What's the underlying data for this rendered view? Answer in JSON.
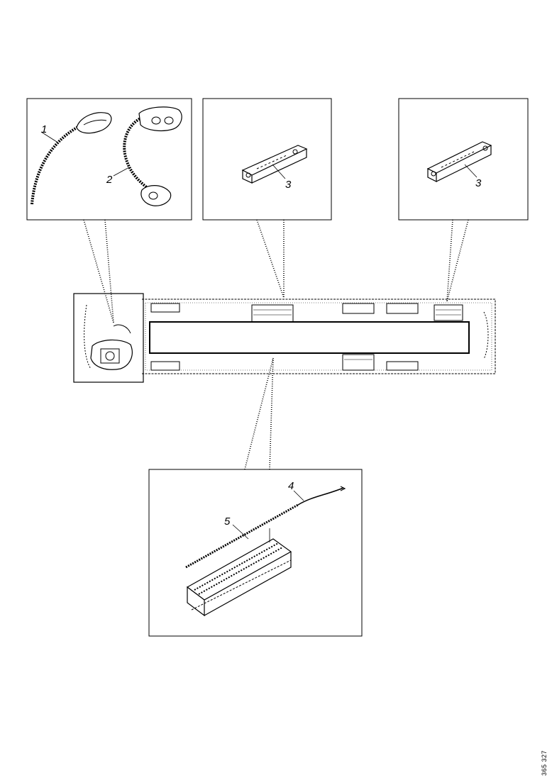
{
  "callouts": {
    "part1": "1",
    "part2": "2",
    "part3_middle": "3",
    "part3_right": "3",
    "part4": "4",
    "part5": "5"
  },
  "reference_code": "365 327",
  "colors": {
    "line": "#000000",
    "background": "#ffffff"
  }
}
